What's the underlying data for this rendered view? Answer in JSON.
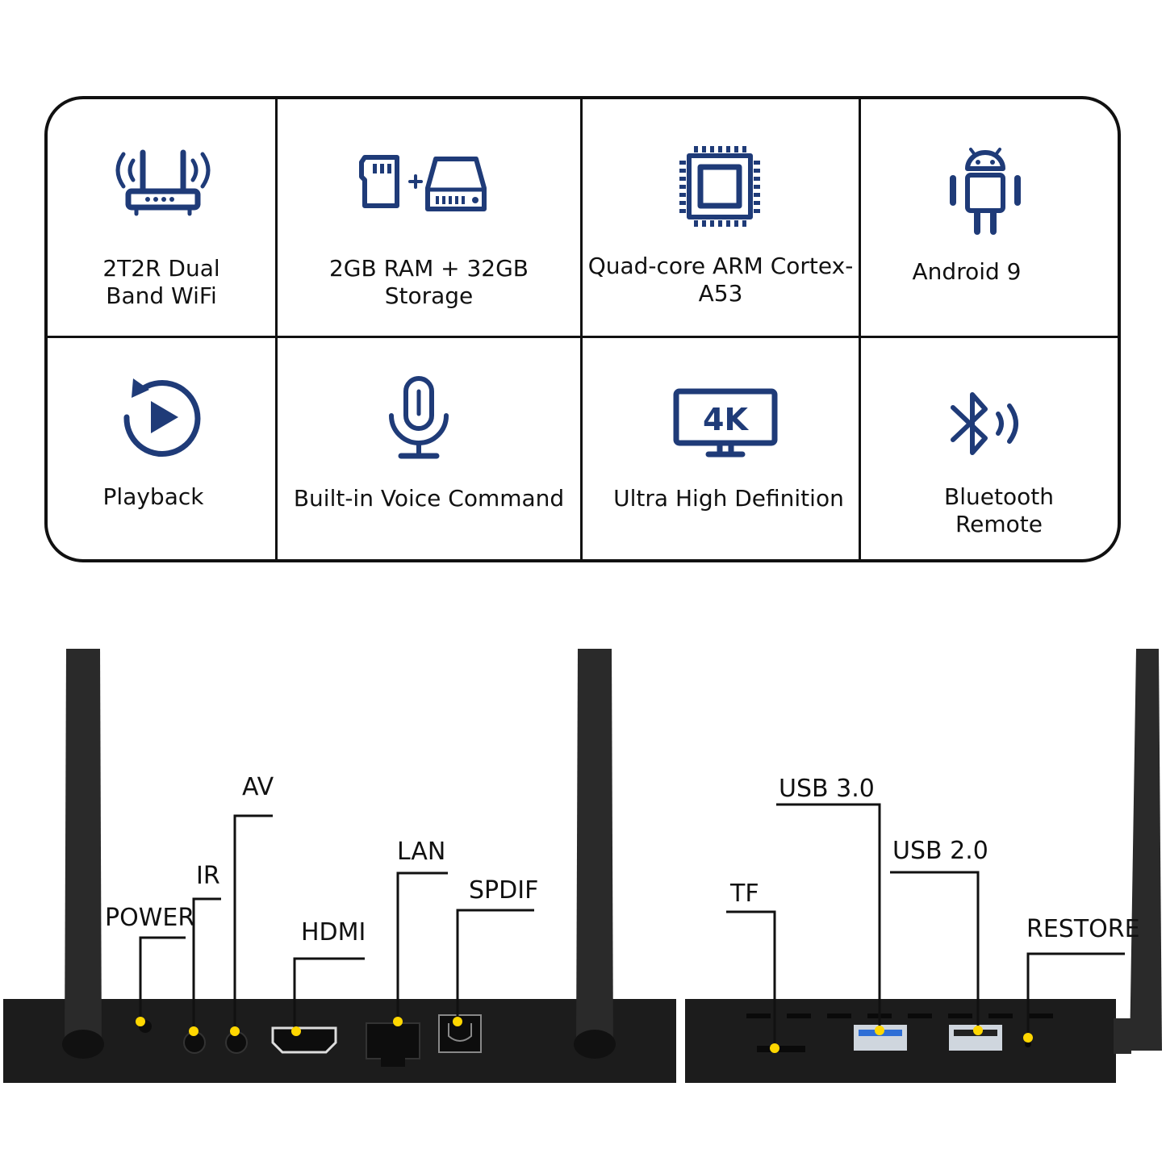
{
  "features": [
    {
      "label": "2T2R Dual\nBand WiFi",
      "icon": "wifi-router-icon"
    },
    {
      "label": "2GB RAM + 32GB\nStorage",
      "icon": "memory-storage-icon"
    },
    {
      "label": "Quad-core ARM Cortex-A53",
      "icon": "cpu-chip-icon"
    },
    {
      "label": "Android 9",
      "icon": "android-icon"
    },
    {
      "label": "Playback",
      "icon": "playback-icon"
    },
    {
      "label": "Built-in Voice Command",
      "icon": "microphone-icon"
    },
    {
      "label": "Ultra High Definition",
      "icon": "4k-monitor-icon",
      "badge": "4K"
    },
    {
      "label": "Bluetooth\nRemote",
      "icon": "bluetooth-icon"
    }
  ],
  "ports_front": {
    "power": "POWER",
    "ir": "IR",
    "av": "AV",
    "hdmi": "HDMI",
    "lan": "LAN",
    "spdif": "SPDIF"
  },
  "ports_side": {
    "tf": "TF",
    "usb3": "USB 3.0",
    "usb2": "USB 2.0",
    "restore": "RESTORE"
  },
  "colors": {
    "icon_blue": "#1f3b78",
    "marker_yellow": "#ffd700",
    "device_black": "#1c1c1c"
  }
}
